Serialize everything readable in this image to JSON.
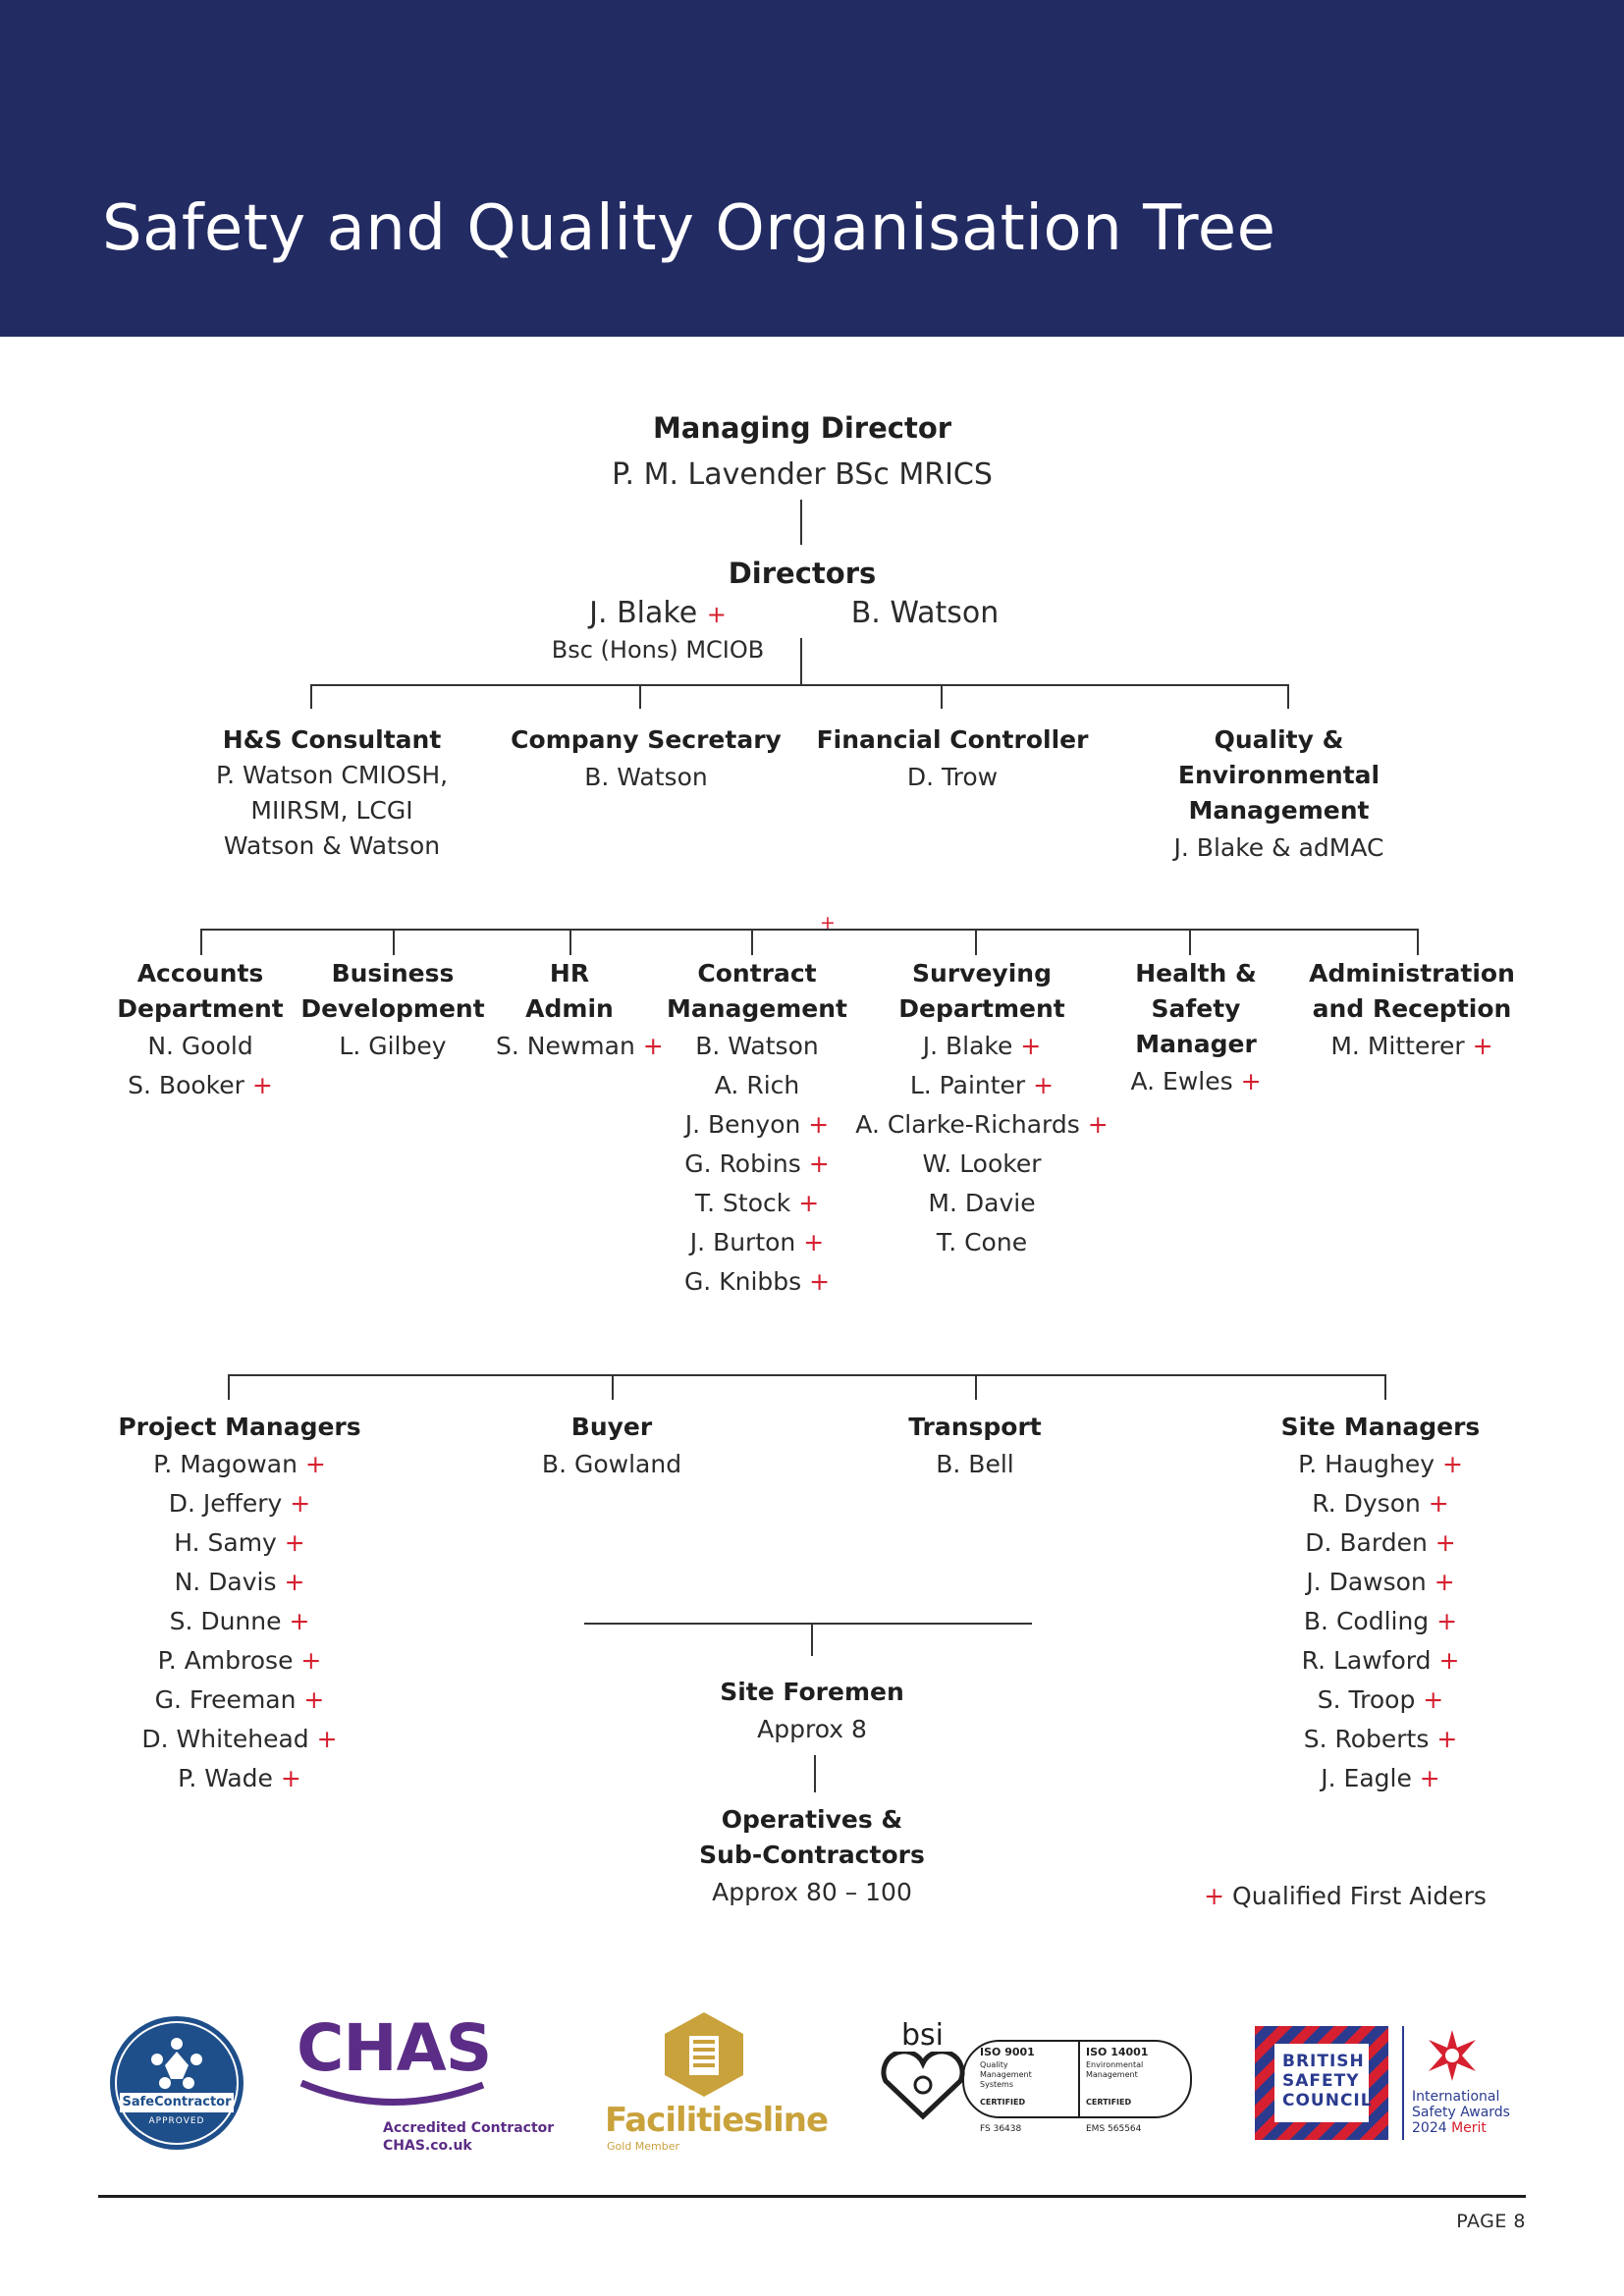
{
  "header": {
    "title": "Safety and Quality Organisation Tree"
  },
  "plus_symbol": "+",
  "md": {
    "role": "Managing Director",
    "name": "P. M. Lavender BSc MRICS"
  },
  "directors": {
    "role": "Directors",
    "blake": {
      "name": "J. Blake",
      "plus": true,
      "qual": "Bsc (Hons) MCIOB"
    },
    "watson": {
      "name": "B. Watson"
    }
  },
  "tier1": [
    {
      "role": "H&S Consultant",
      "names": [
        "P. Watson CMIOSH,",
        "MIIRSM, LCGI",
        "Watson & Watson"
      ]
    },
    {
      "role": "Company Secretary",
      "names": [
        "B. Watson"
      ]
    },
    {
      "role": "Financial Controller",
      "names": [
        "D. Trow"
      ]
    },
    {
      "role_lines": [
        "Quality &",
        "Environmental",
        "Management"
      ],
      "names": [
        "J. Blake & adMAC"
      ]
    }
  ],
  "tier2": [
    {
      "role_lines": [
        "Accounts",
        "Department"
      ],
      "people": [
        {
          "n": "N. Goold",
          "p": false
        },
        {
          "n": "S. Booker",
          "p": true
        }
      ]
    },
    {
      "role_lines": [
        "Business",
        "Development"
      ],
      "people": [
        {
          "n": "L. Gilbey",
          "p": false
        }
      ]
    },
    {
      "role_lines": [
        "HR",
        "Admin"
      ],
      "people": [
        {
          "n": "S. Newman",
          "p": true
        }
      ]
    },
    {
      "role_lines": [
        "Contract",
        "Management"
      ],
      "people": [
        {
          "n": "B. Watson",
          "p": false
        },
        {
          "n": "A. Rich",
          "p": false
        },
        {
          "n": "J. Benyon",
          "p": true
        },
        {
          "n": "G. Robins",
          "p": true
        },
        {
          "n": "T. Stock",
          "p": true
        },
        {
          "n": "J. Burton",
          "p": true
        },
        {
          "n": "G. Knibbs",
          "p": true
        }
      ]
    },
    {
      "role_lines": [
        "Surveying",
        "Department"
      ],
      "people": [
        {
          "n": "J. Blake",
          "p": true
        },
        {
          "n": "L. Painter",
          "p": true
        },
        {
          "n": "A. Clarke-Richards",
          "p": true
        },
        {
          "n": "W. Looker",
          "p": false
        },
        {
          "n": "M. Davie",
          "p": false
        },
        {
          "n": "T. Cone",
          "p": false
        }
      ]
    },
    {
      "role_lines": [
        "Health &",
        "Safety Manager"
      ],
      "people": [
        {
          "n": "A. Ewles",
          "p": true
        }
      ]
    },
    {
      "role_lines": [
        "Administration",
        "and Reception"
      ],
      "people": [
        {
          "n": "M. Mitterer",
          "p": true
        }
      ]
    }
  ],
  "tier3": [
    {
      "role": "Project Managers",
      "people": [
        {
          "n": "P. Magowan",
          "p": true
        },
        {
          "n": "D. Jeffery",
          "p": true
        },
        {
          "n": "H. Samy",
          "p": true
        },
        {
          "n": "N. Davis",
          "p": true
        },
        {
          "n": "S. Dunne",
          "p": true
        },
        {
          "n": "P. Ambrose",
          "p": true
        },
        {
          "n": "G. Freeman",
          "p": true
        },
        {
          "n": "D. Whitehead",
          "p": true
        },
        {
          "n": "P. Wade",
          "p": true
        }
      ]
    },
    {
      "role": "Buyer",
      "people": [
        {
          "n": "B. Gowland",
          "p": false
        }
      ]
    },
    {
      "role": "Transport",
      "people": [
        {
          "n": "B. Bell",
          "p": false
        }
      ]
    },
    {
      "role": "Site Managers",
      "people": [
        {
          "n": "P. Haughey",
          "p": true
        },
        {
          "n": "R. Dyson",
          "p": true
        },
        {
          "n": "D. Barden",
          "p": true
        },
        {
          "n": "J. Dawson",
          "p": true
        },
        {
          "n": "B. Codling",
          "p": true
        },
        {
          "n": "R. Lawford",
          "p": true
        },
        {
          "n": "S. Troop",
          "p": true
        },
        {
          "n": "S. Roberts",
          "p": true
        },
        {
          "n": "J. Eagle",
          "p": true
        }
      ]
    }
  ],
  "foremen": {
    "role": "Site Foremen",
    "name": "Approx 8"
  },
  "operatives": {
    "role_lines": [
      "Operatives &",
      "Sub-Contractors"
    ],
    "name": "Approx 80 – 100"
  },
  "legend": {
    "text": "Qualified First Aiders"
  },
  "logos": {
    "safecontractor": {
      "name": "SafeContractor",
      "badge": "APPROVED"
    },
    "chas": {
      "brand": "CHAS",
      "line1": "Accredited Contractor",
      "line2": "CHAS.co.uk"
    },
    "facilitiesline": {
      "brand": "Facilitiesline",
      "tag": "Gold Member"
    },
    "bsi": {
      "brand": "bsi",
      "cert1": {
        "code": "ISO 9001",
        "desc": [
          "Quality",
          "Management",
          "Systems"
        ],
        "status": "CERTIFIED",
        "num": "FS 36438"
      },
      "cert2": {
        "code": "ISO 14001",
        "desc": [
          "Environmental",
          "Management"
        ],
        "status": "CERTIFIED",
        "num": "EMS 565564"
      }
    },
    "bsc": {
      "lines": [
        "BRITISH",
        "SAFETY",
        "COUNCIL"
      ],
      "award_lines": [
        "International",
        "Safety Awards"
      ],
      "year": "2024",
      "merit": "Merit"
    }
  },
  "colors": {
    "header": "#232b63",
    "plus": "#d6202f",
    "chas_purple": "#5b2d86",
    "facilities_gold": "#c9a23c",
    "bsc_red": "#d6202f",
    "bsc_blue": "#2a3b8f",
    "safecontractor_blue": "#1f4f8a"
  },
  "footer": {
    "page": "PAGE 8"
  }
}
